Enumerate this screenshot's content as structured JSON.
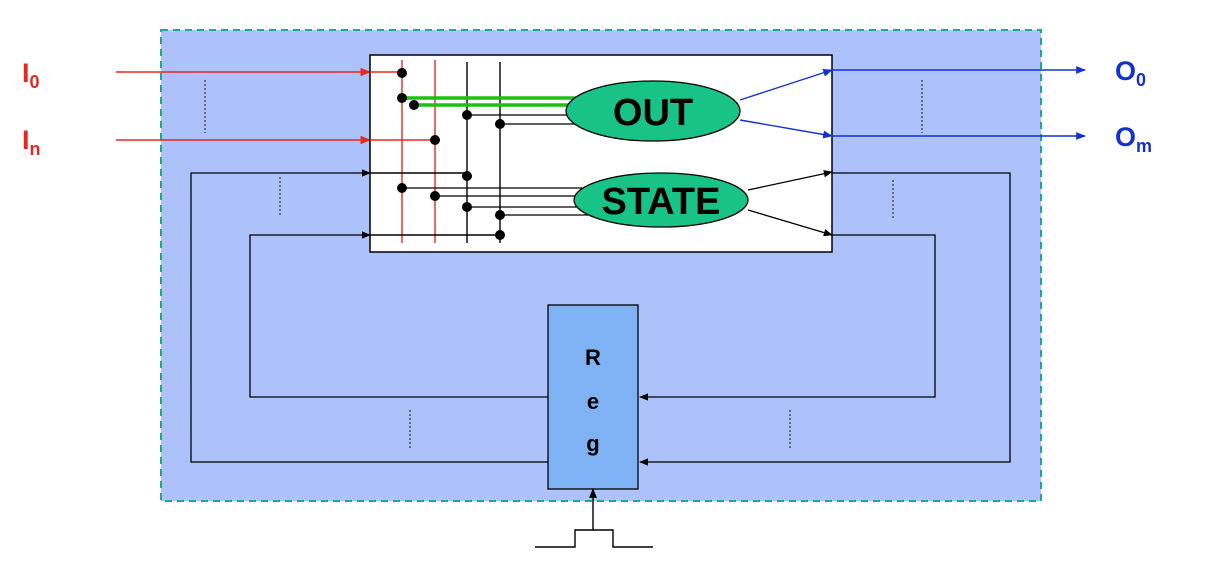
{
  "inputs": [
    {
      "base": "I",
      "sub": "0"
    },
    {
      "base": "I",
      "sub": "n"
    }
  ],
  "outputs": [
    {
      "base": "O",
      "sub": "0"
    },
    {
      "base": "O",
      "sub": "m"
    }
  ],
  "blocks": {
    "out_label": "OUT",
    "state_label": "STATE",
    "reg_label": [
      "R",
      "e",
      "g"
    ]
  },
  "colors": {
    "outer_fill": "#adc2fb",
    "outer_border": "#1ea98a",
    "input_color": "#e8281e",
    "output_color": "#1332cc",
    "ellipse_fill": "#19c387",
    "green_wire": "#1fbf14",
    "reg_fill": "#7fb2f4"
  }
}
